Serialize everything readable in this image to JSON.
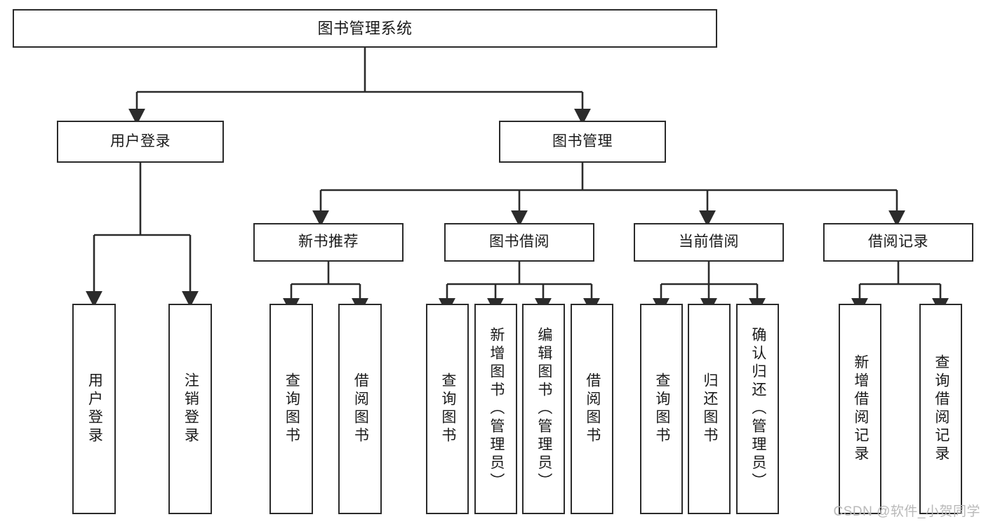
{
  "diagram": {
    "type": "tree",
    "title": "图书管理系统",
    "watermark": "CSDN @软件_小贺同学",
    "style": {
      "box_fill": "#ffffff",
      "box_stroke": "#2b2b2b",
      "line_color": "#2b2b2b",
      "text_color": "#1a1a1a",
      "background": "#ffffff",
      "watermark_color": "#b9b9b9"
    },
    "root": {
      "label": "图书管理系统"
    },
    "level1": [
      {
        "label": "用户登录"
      },
      {
        "label": "图书管理"
      }
    ],
    "level2": [
      {
        "label": "新书推荐"
      },
      {
        "label": "图书借阅"
      },
      {
        "label": "当前借阅"
      },
      {
        "label": "借阅记录"
      }
    ],
    "leaves": {
      "user_login": [
        {
          "label": "用户登录"
        },
        {
          "label": "注销登录"
        }
      ],
      "new_book_recommend": [
        {
          "label": "查询图书"
        },
        {
          "label": "借阅图书"
        }
      ],
      "book_borrow": [
        {
          "label": "查询图书"
        },
        {
          "label": "新增图书（管理员）"
        },
        {
          "label": "编辑图书（管理员）"
        },
        {
          "label": "借阅图书"
        }
      ],
      "current_borrow": [
        {
          "label": "查询图书"
        },
        {
          "label": "归还图书"
        },
        {
          "label": "确认归还（管理员）"
        }
      ],
      "borrow_records": [
        {
          "label": "新增借阅记录"
        },
        {
          "label": "查询借阅记录"
        }
      ]
    }
  }
}
